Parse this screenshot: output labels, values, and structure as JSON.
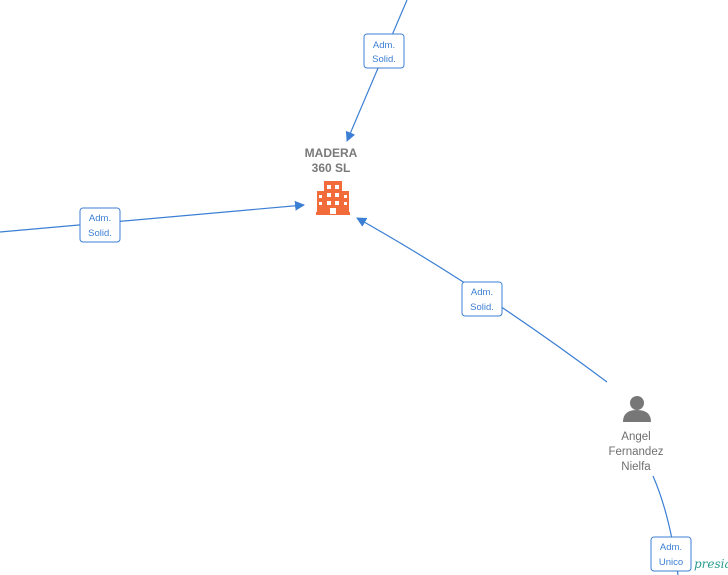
{
  "company": {
    "name_line1": "MADERA",
    "name_line2": "360  SL",
    "icon": "building-icon",
    "icon_color": "#f26b3a"
  },
  "person": {
    "name_line1": "Angel",
    "name_line2": "Fernandez",
    "name_line3": "Nielfa",
    "icon": "person-icon",
    "icon_color": "#777777"
  },
  "edges": [
    {
      "id": "top",
      "label_line1": "Adm.",
      "label_line2": "Solid."
    },
    {
      "id": "left",
      "label_line1": "Adm.",
      "label_line2": "Solid."
    },
    {
      "id": "person",
      "label_line1": "Adm.",
      "label_line2": "Solid."
    },
    {
      "id": "bottom",
      "label_line1": "Adm.",
      "label_line2": "Unico"
    }
  ],
  "watermark": "presia",
  "colors": {
    "edge": "#3b7fd4",
    "company": "#f26b3a",
    "person": "#777777"
  }
}
